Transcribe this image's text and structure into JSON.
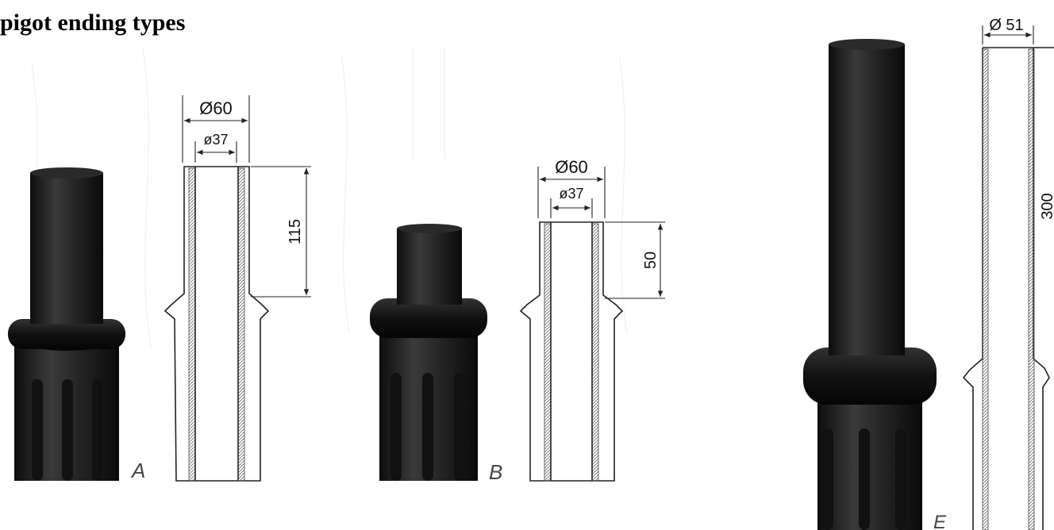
{
  "title": "pigot ending types",
  "colors": {
    "photo_dark": "#1c1c1c",
    "photo_mid": "#2e2e2e",
    "line": "#222222",
    "hatch": "#555555",
    "faint": "#ececec"
  },
  "figures": [
    {
      "tag": "A",
      "outer_diameter": "Ø60",
      "inner_diameter": "ø37",
      "length": "115"
    },
    {
      "tag": "B",
      "outer_diameter": "Ø60",
      "inner_diameter": "ø37",
      "length": "50"
    },
    {
      "tag": "E",
      "outer_diameter": "Ø 51",
      "length": "300"
    }
  ]
}
